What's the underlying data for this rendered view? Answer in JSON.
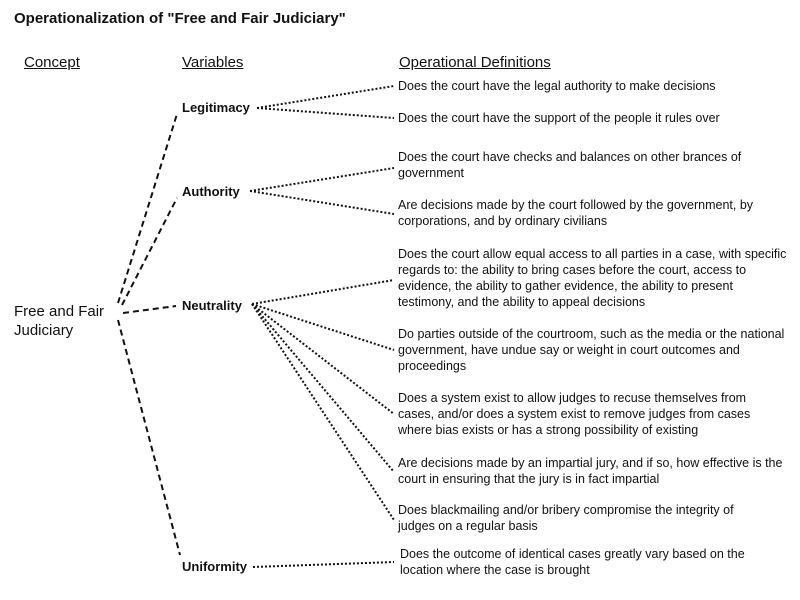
{
  "title": "Operationalization of \"Free and Fair Judiciary\"",
  "headers": {
    "concept": "Concept",
    "variables": "Variables",
    "definitions": "Operational Definitions"
  },
  "concept": {
    "line1": "Free and Fair",
    "line2": "Judiciary"
  },
  "variables": [
    {
      "name": "Legitimacy",
      "definitions": [
        "Does the court have the legal authority to make decisions",
        "Does the court have the support of the people it rules over"
      ]
    },
    {
      "name": "Authority",
      "definitions": [
        "Does the court have checks and balances on other brances of government",
        "Are decisions made by the court followed by the government,  by corporations, and by ordinary civilians"
      ]
    },
    {
      "name": "Neutrality",
      "definitions": [
        "Does the court allow equal access to all parties in a case, with specific regards to: the ability to bring cases before the court, access to evidence, the ability to gather evidence, the ability to present testimony, and the ability to appeal decisions",
        "Do parties outside of the courtroom, such as the media or the national government, have undue say or weight in court outcomes and proceedings",
        "Does a system exist to allow judges to recuse themselves from cases, and/or does a system exist to remove judges from cases where bias exists or has a strong possibility of existing",
        "Are decisions made by an impartial jury, and if so, how effective is the court in ensuring that the jury is in fact impartial",
        "Does blackmailing and/or bribery compromise the integrity of judges on a regular basis"
      ]
    },
    {
      "name": "Uniformity",
      "definitions": [
        "Does the outcome of identical cases greatly vary based on the location where the case is brought"
      ]
    }
  ]
}
